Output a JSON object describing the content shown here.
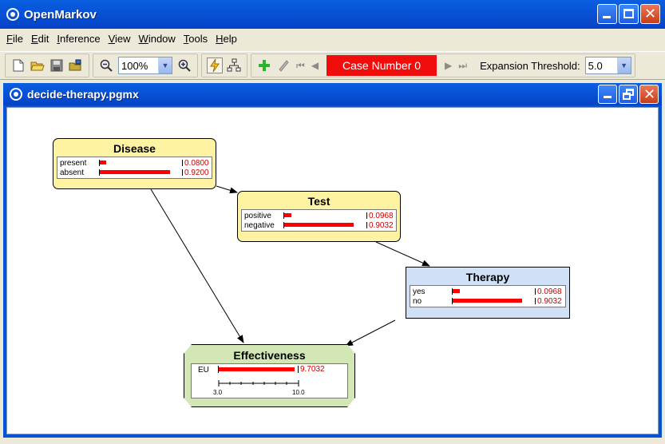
{
  "app": {
    "title": "OpenMarkov"
  },
  "menu": [
    {
      "label": "File",
      "key": "F",
      "rest": "ile"
    },
    {
      "label": "Edit",
      "key": "E",
      "rest": "dit"
    },
    {
      "label": "Inference",
      "key": "I",
      "rest": "nference"
    },
    {
      "label": "View",
      "key": "V",
      "rest": "iew"
    },
    {
      "label": "Window",
      "key": "W",
      "rest": "indow"
    },
    {
      "label": "Tools",
      "key": "T",
      "rest": "ools"
    },
    {
      "label": "Help",
      "key": "H",
      "rest": "elp"
    }
  ],
  "toolbar": {
    "zoom_value": "100%",
    "case_label": "Case Number 0",
    "expansion_label": "Expansion Threshold:",
    "expansion_value": "5.0",
    "icons": [
      "new-file-icon",
      "open-folder-icon",
      "save-icon",
      "open-network-icon",
      "zoom-out-icon",
      "zoom-in-icon",
      "inference-mode-icon",
      "edit-mode-icon",
      "add-finding-icon",
      "remove-finding-icon",
      "first-case-icon",
      "previous-case-icon",
      "next-case-icon",
      "last-case-icon"
    ]
  },
  "document": {
    "title": "decide-therapy.pgmx"
  },
  "nodes": {
    "disease": {
      "title": "Disease",
      "states": [
        {
          "name": "present",
          "value": "0.0800",
          "prob": 0.08
        },
        {
          "name": "absent",
          "value": "0.9200",
          "prob": 0.92
        }
      ]
    },
    "test": {
      "title": "Test",
      "states": [
        {
          "name": "positive",
          "value": "0.0968",
          "prob": 0.0968
        },
        {
          "name": "negative",
          "value": "0.9032",
          "prob": 0.9032
        }
      ]
    },
    "therapy": {
      "title": "Therapy",
      "states": [
        {
          "name": "yes",
          "value": "0.0968",
          "prob": 0.0968
        },
        {
          "name": "no",
          "value": "0.9032",
          "prob": 0.9032
        }
      ]
    },
    "effectiveness": {
      "title": "Effectiveness",
      "eu_label": "EU",
      "eu_value": "9.7032",
      "eu_fraction": 0.9585,
      "scale_min": "3.0",
      "scale_max": "10.0"
    }
  },
  "colors": {
    "titlebar": "#0752d6",
    "chance_node": "#fdf3a3",
    "decision_node": "#cfe0f7",
    "utility_node": "#d2e7b5",
    "bar": "#ff0000",
    "case_box": "#f20d0d"
  }
}
